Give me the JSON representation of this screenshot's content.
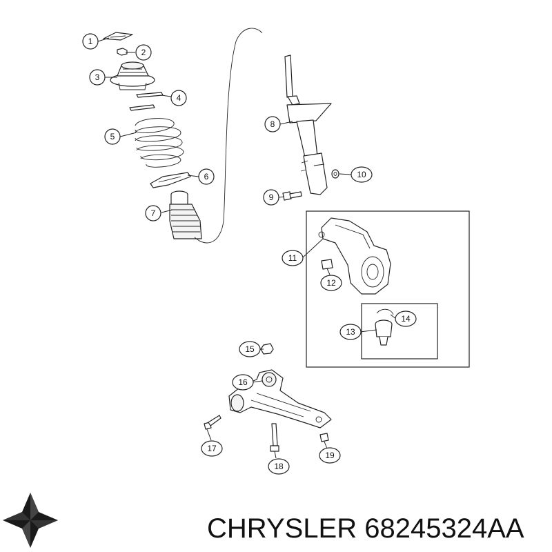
{
  "callouts": [
    {
      "n": "1"
    },
    {
      "n": "2"
    },
    {
      "n": "3"
    },
    {
      "n": "4"
    },
    {
      "n": "5"
    },
    {
      "n": "6"
    },
    {
      "n": "7"
    },
    {
      "n": "8"
    },
    {
      "n": "9"
    },
    {
      "n": "10"
    },
    {
      "n": "11"
    },
    {
      "n": "12"
    },
    {
      "n": "13"
    },
    {
      "n": "14"
    },
    {
      "n": "15"
    },
    {
      "n": "16"
    },
    {
      "n": "17"
    },
    {
      "n": "18"
    },
    {
      "n": "19"
    }
  ],
  "footer": {
    "label": "CHRYSLER 68245324AA"
  },
  "logo": {
    "icon": "chrysler-pentastar-icon",
    "color": "#1a1a1a"
  }
}
